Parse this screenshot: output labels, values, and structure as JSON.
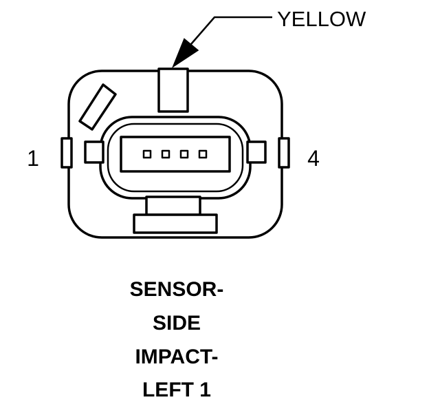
{
  "diagram": {
    "callout_label": "YELLOW",
    "pin_left": "1",
    "pin_right": "4",
    "caption_lines": [
      "SENSOR-",
      "SIDE",
      "IMPACT-",
      "LEFT 1"
    ],
    "colors": {
      "line": "#000000",
      "background": "#ffffff"
    }
  }
}
